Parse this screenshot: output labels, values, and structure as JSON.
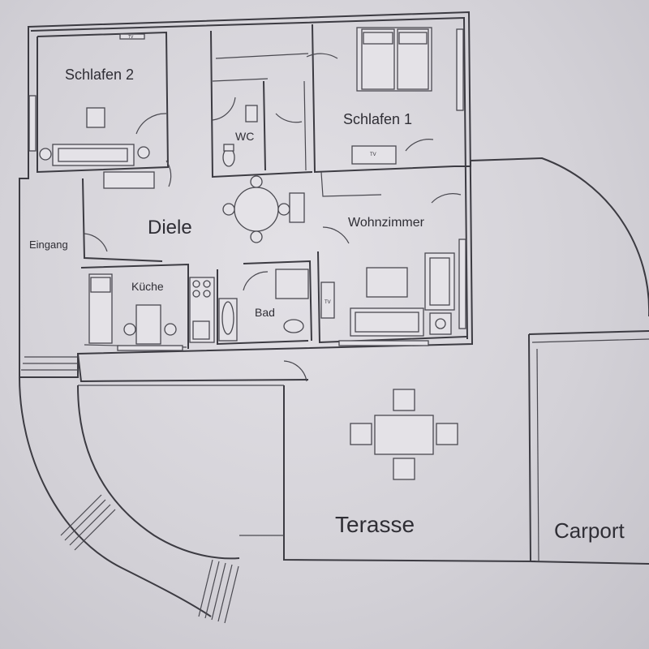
{
  "rooms": {
    "schlafen2": "Schlafen 2",
    "schlafen1": "Schlafen 1",
    "wc": "WC",
    "diele": "Diele",
    "wohnzimmer": "Wohnzimmer",
    "eingang": "Eingang",
    "kueche": "Küche",
    "bad": "Bad",
    "terasse": "Terasse",
    "carport": "Carport"
  },
  "tv": {
    "schlafen2": "TV",
    "schlafen1": "TV",
    "wohnzimmer": "TV"
  }
}
